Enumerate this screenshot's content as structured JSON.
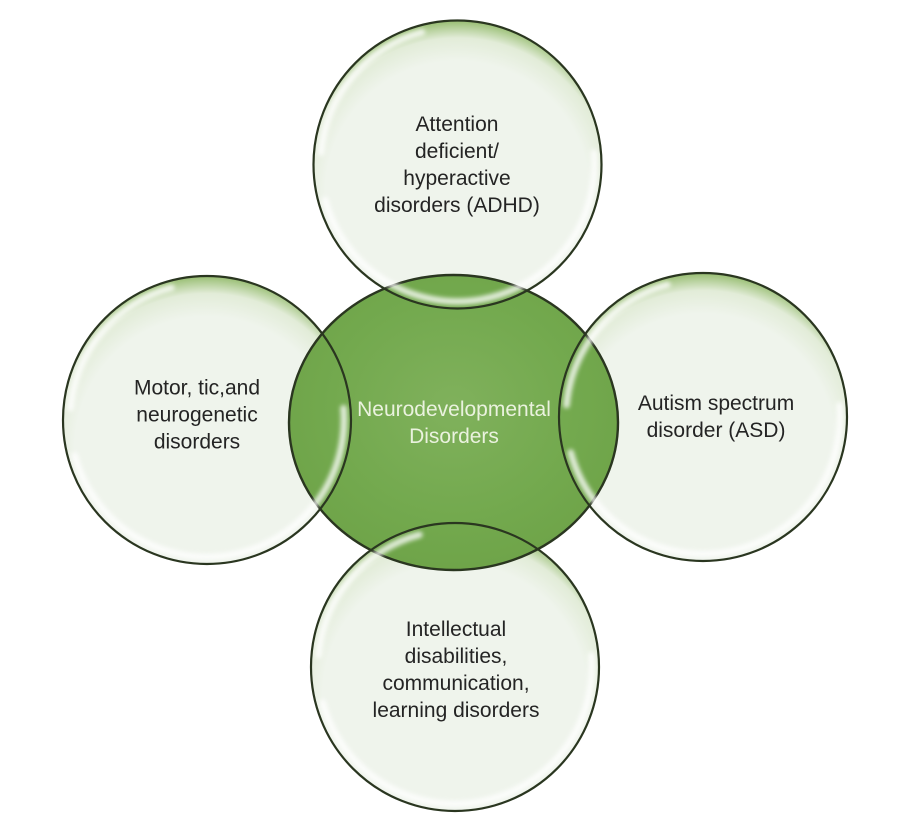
{
  "title": "Neurodevelopmental disorders radial diagram",
  "colors": {
    "background": "#ffffff",
    "outline": "#2a3620",
    "center_fill": "#73a94e",
    "center_fill_light": "#80b15c",
    "center_fill_dark": "#6da247",
    "satellite_fill": "#eff4ec",
    "satellite_fill_mid": "#e2ecd8",
    "satellite_rim": "#9dc179",
    "satellite_rim_edge": "#8fb96a",
    "gloss": "#ffffff",
    "center_text_color": "#eaf2de",
    "satellite_text_color": "#242424"
  },
  "diagram": {
    "center": {
      "label": "Neurodevelopmental\nDisorders"
    },
    "top": {
      "label": "Attention\ndeficient/\nhyperactive\ndisorders (ADHD)"
    },
    "right": {
      "label": "Autism spectrum\ndisorder (ASD)"
    },
    "bottom": {
      "label": "Intellectual\ndisabilities,\ncommunication,\nlearning disorders"
    },
    "left": {
      "label": "Motor, tic,and\nneurogenetic\ndisorders"
    }
  }
}
